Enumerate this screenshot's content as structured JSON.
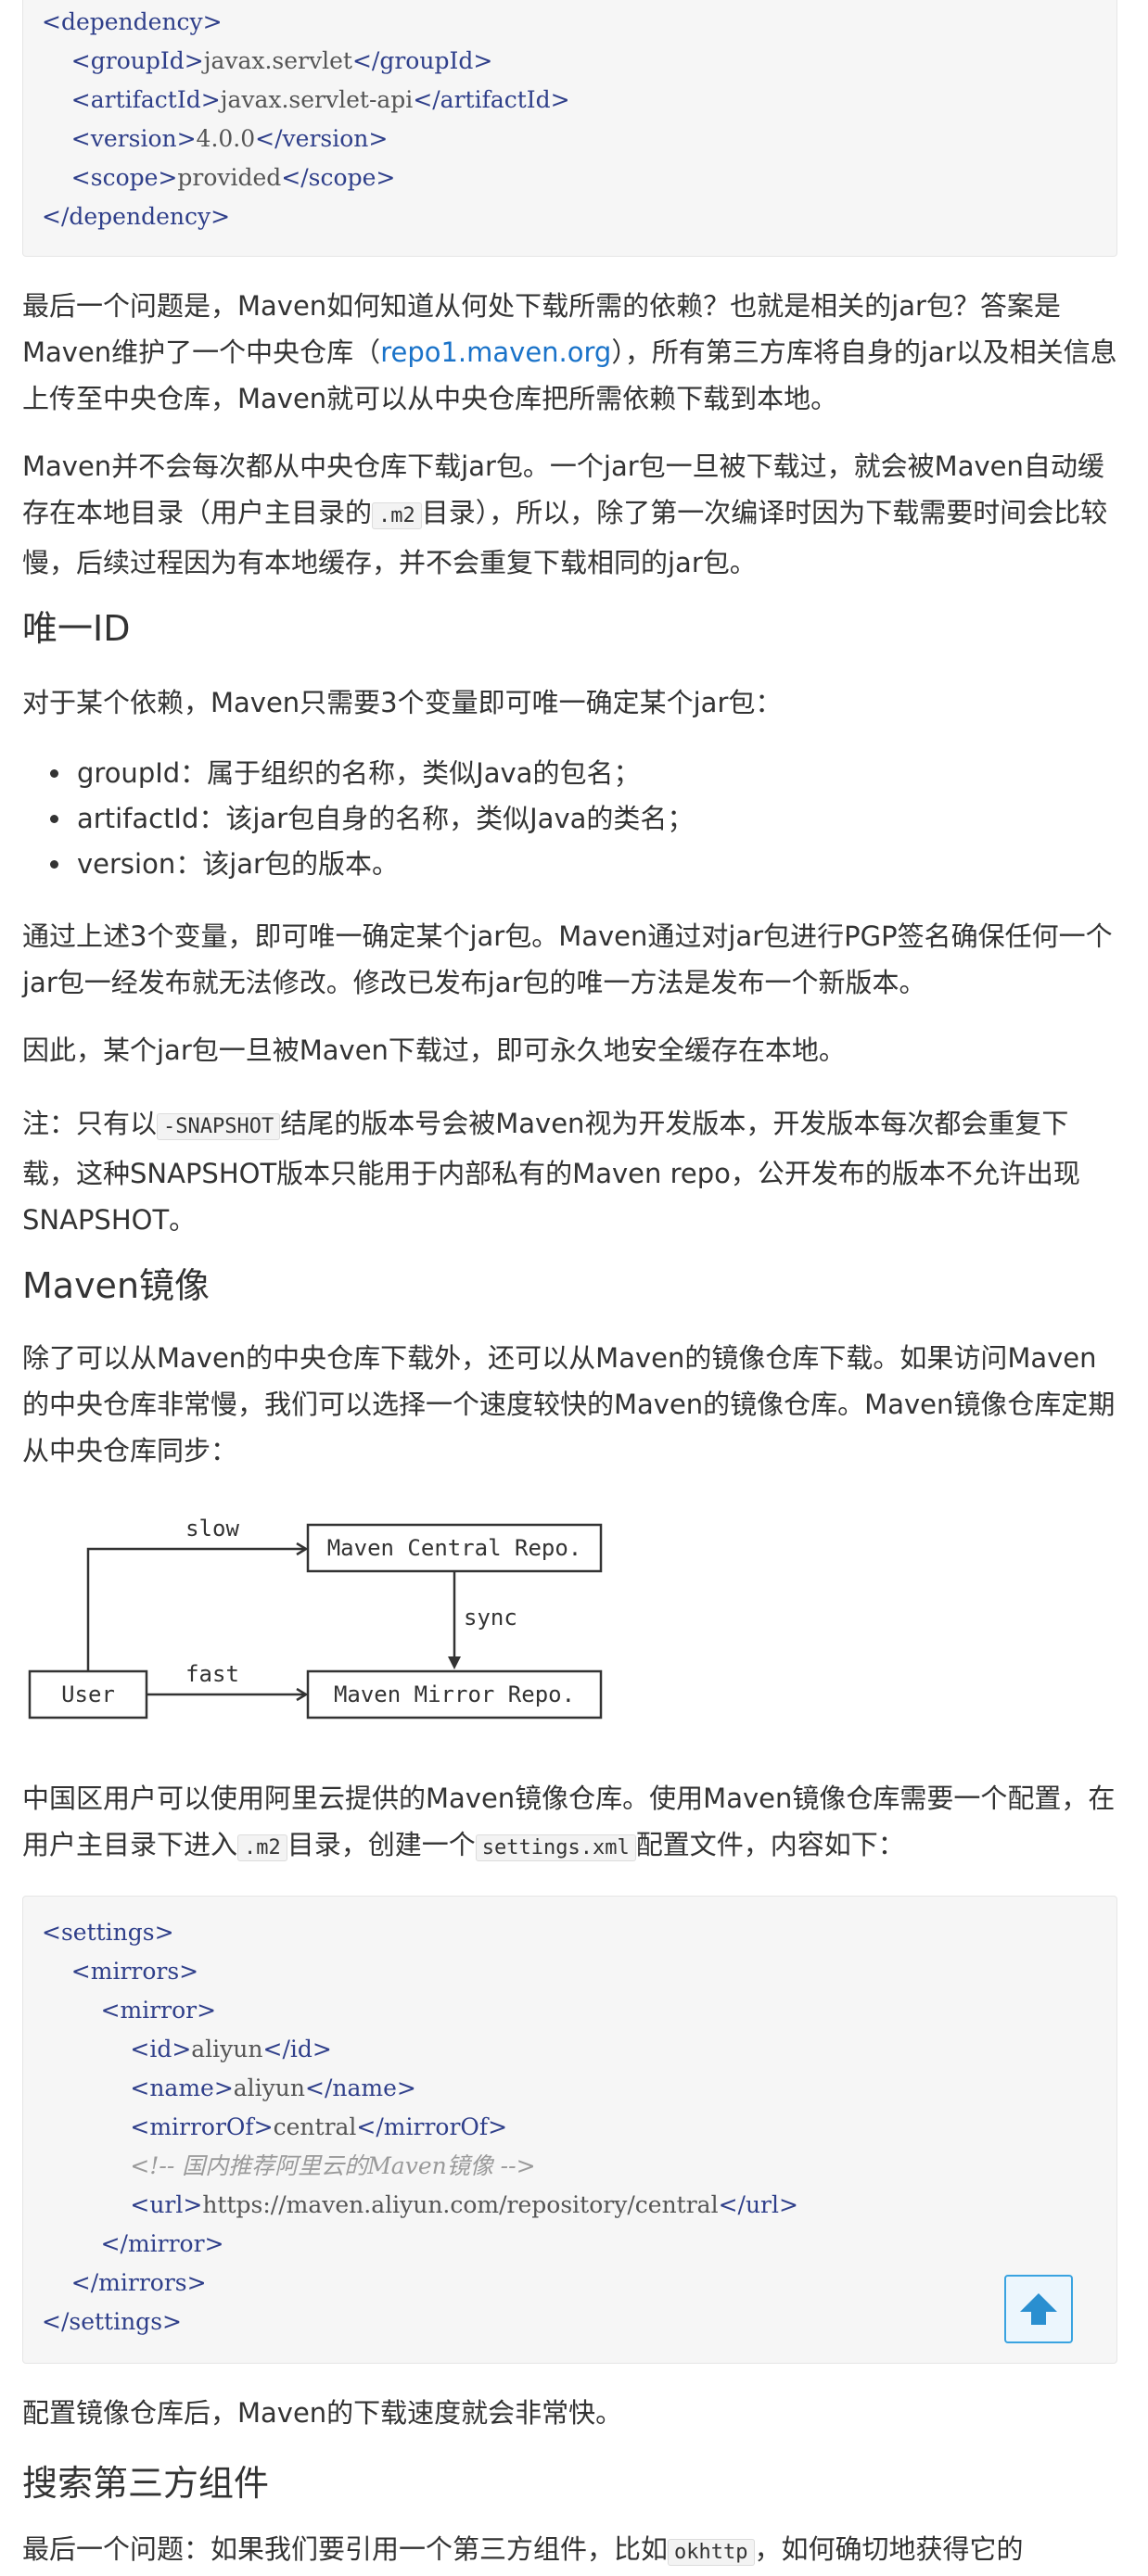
{
  "code_dependency": [
    {
      "indent": "",
      "open": "<dependency>",
      "text": "",
      "close": ""
    },
    {
      "indent": "    ",
      "open": "<groupId>",
      "text": "javax.servlet",
      "close": "</groupId>"
    },
    {
      "indent": "    ",
      "open": "<artifactId>",
      "text": "javax.servlet-api",
      "close": "</artifactId>"
    },
    {
      "indent": "    ",
      "open": "<version>",
      "text": "4.0.0",
      "close": "</version>"
    },
    {
      "indent": "    ",
      "open": "<scope>",
      "text": "provided",
      "close": "</scope>"
    },
    {
      "indent": "",
      "open": "</dependency>",
      "text": "",
      "close": ""
    }
  ],
  "para_download": {
    "part1": "最后一个问题是，Maven如何知道从何处下载所需的依赖？也就是相关的jar包？答案是Maven维护了一个中央仓库（",
    "link": "repo1.maven.org",
    "part2": "），所有第三方库将自身的jar以及相关信息上传至中央仓库，Maven就可以从中央仓库把所需依赖下载到本地。"
  },
  "para_cache": {
    "part1": "Maven并不会每次都从中央仓库下载jar包。一个jar包一旦被下载过，就会被Maven自动缓存在本地目录（用户主目录的",
    "code": ".m2",
    "part2": "目录），所以，除了第一次编译时因为下载需要时间会比较慢，后续过程因为有本地缓存，并不会重复下载相同的jar包。"
  },
  "heading_unique_id": "唯一ID",
  "para_unique_intro": "对于某个依赖，Maven只需要3个变量即可唯一确定某个jar包：",
  "unique_list": [
    "groupId：属于组织的名称，类似Java的包名；",
    "artifactId：该jar包自身的名称，类似Java的类名；",
    "version：该jar包的版本。"
  ],
  "para_pgp": "通过上述3个变量，即可唯一确定某个jar包。Maven通过对jar包进行PGP签名确保任何一个jar包一经发布就无法修改。修改已发布jar包的唯一方法是发布一个新版本。",
  "para_safe_cache": "因此，某个jar包一旦被Maven下载过，即可永久地安全缓存在本地。",
  "para_snapshot": {
    "part1": "注：只有以",
    "code": "-SNAPSHOT",
    "part2": "结尾的版本号会被Maven视为开发版本，开发版本每次都会重复下载，这种SNAPSHOT版本只能用于内部私有的Maven repo，公开发布的版本不允许出现SNAPSHOT。"
  },
  "heading_mirror": "Maven镜像",
  "para_mirror_intro": "除了可以从Maven的中央仓库下载外，还可以从Maven的镜像仓库下载。如果访问Maven的中央仓库非常慢，我们可以选择一个速度较快的Maven的镜像仓库。Maven镜像仓库定期从中央仓库同步：",
  "diagram": {
    "central": "Maven Central Repo.",
    "mirror": "Maven Mirror Repo.",
    "user": "User",
    "slow": "slow",
    "fast": "fast",
    "sync": "sync"
  },
  "para_aliyun": {
    "part1": "中国区用户可以使用阿里云提供的Maven镜像仓库。使用Maven镜像仓库需要一个配置，在用户主目录下进入",
    "code1": ".m2",
    "part2": "目录，创建一个",
    "code2": "settings.xml",
    "part3": "配置文件，内容如下："
  },
  "code_settings": [
    {
      "indent": "",
      "open": "<settings>",
      "text": "",
      "close": "",
      "comment": ""
    },
    {
      "indent": "    ",
      "open": "<mirrors>",
      "text": "",
      "close": "",
      "comment": ""
    },
    {
      "indent": "        ",
      "open": "<mirror>",
      "text": "",
      "close": "",
      "comment": ""
    },
    {
      "indent": "            ",
      "open": "<id>",
      "text": "aliyun",
      "close": "</id>",
      "comment": ""
    },
    {
      "indent": "            ",
      "open": "<name>",
      "text": "aliyun",
      "close": "</name>",
      "comment": ""
    },
    {
      "indent": "            ",
      "open": "<mirrorOf>",
      "text": "central",
      "close": "</mirrorOf>",
      "comment": ""
    },
    {
      "indent": "            ",
      "open": "",
      "text": "",
      "close": "",
      "comment": "<!-- 国内推荐阿里云的Maven镜像 -->"
    },
    {
      "indent": "            ",
      "open": "<url>",
      "text": "https://maven.aliyun.com/repository/central",
      "close": "</url>",
      "comment": ""
    },
    {
      "indent": "        ",
      "open": "</mirror>",
      "text": "",
      "close": "",
      "comment": ""
    },
    {
      "indent": "    ",
      "open": "</mirrors>",
      "text": "",
      "close": "",
      "comment": ""
    },
    {
      "indent": "",
      "open": "</settings>",
      "text": "",
      "close": "",
      "comment": ""
    }
  ],
  "para_after_mirror": "配置镜像仓库后，Maven的下载速度就会非常快。",
  "heading_search": "搜索第三方组件",
  "para_search": {
    "part1": "最后一个问题：如果我们要引用一个第三方组件，比如",
    "code": "okhttp",
    "part2": "，如何确切地获得它的"
  },
  "back_to_top_icon": "arrow-up-icon",
  "colors": {
    "link": "#1a73c9",
    "tag": "#2f3f8a",
    "comment": "#9a9a9a",
    "accent": "#3aa3e0"
  }
}
